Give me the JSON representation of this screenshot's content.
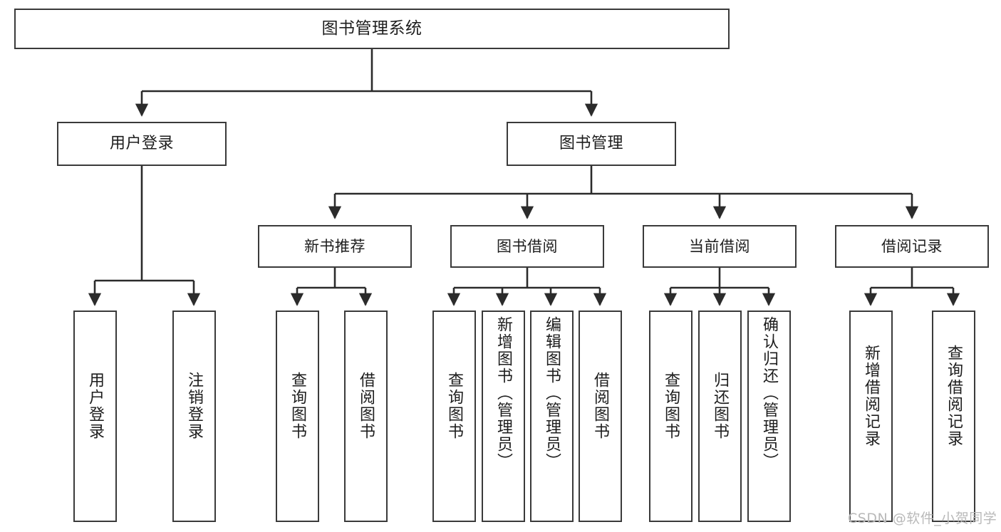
{
  "diagram": {
    "title": "图书管理系统",
    "type": "hierarchy-tree",
    "root": {
      "label": "图书管理系统"
    },
    "level2": [
      {
        "label": "用户登录"
      },
      {
        "label": "图书管理"
      }
    ],
    "level3": [
      {
        "label": "新书推荐"
      },
      {
        "label": "图书借阅"
      },
      {
        "label": "当前借阅"
      },
      {
        "label": "借阅记录"
      }
    ],
    "leaves": {
      "user_login": [
        {
          "label": "用户登录"
        },
        {
          "label": "注销登录"
        }
      ],
      "new_book_recommend": [
        {
          "label": "查询图书"
        },
        {
          "label": "借阅图书"
        }
      ],
      "book_borrow": [
        {
          "label": "查询图书"
        },
        {
          "label": "新增图书（管理员）"
        },
        {
          "label": "编辑图书（管理员）"
        },
        {
          "label": "借阅图书"
        }
      ],
      "current_borrow": [
        {
          "label": "查询图书"
        },
        {
          "label": "归还图书"
        },
        {
          "label": "确认归还（管理员）"
        }
      ],
      "borrow_record": [
        {
          "label": "新增借阅记录"
        },
        {
          "label": "查询借阅记录"
        }
      ]
    },
    "colors": {
      "box_border": "#3a3a3a",
      "box_fill": "#ffffff",
      "connector": "#2b2b2b",
      "text": "#1d1d1d",
      "watermark": "#b9b9b9"
    }
  },
  "watermark": {
    "text": "CSDN @软件_小贺同学"
  }
}
